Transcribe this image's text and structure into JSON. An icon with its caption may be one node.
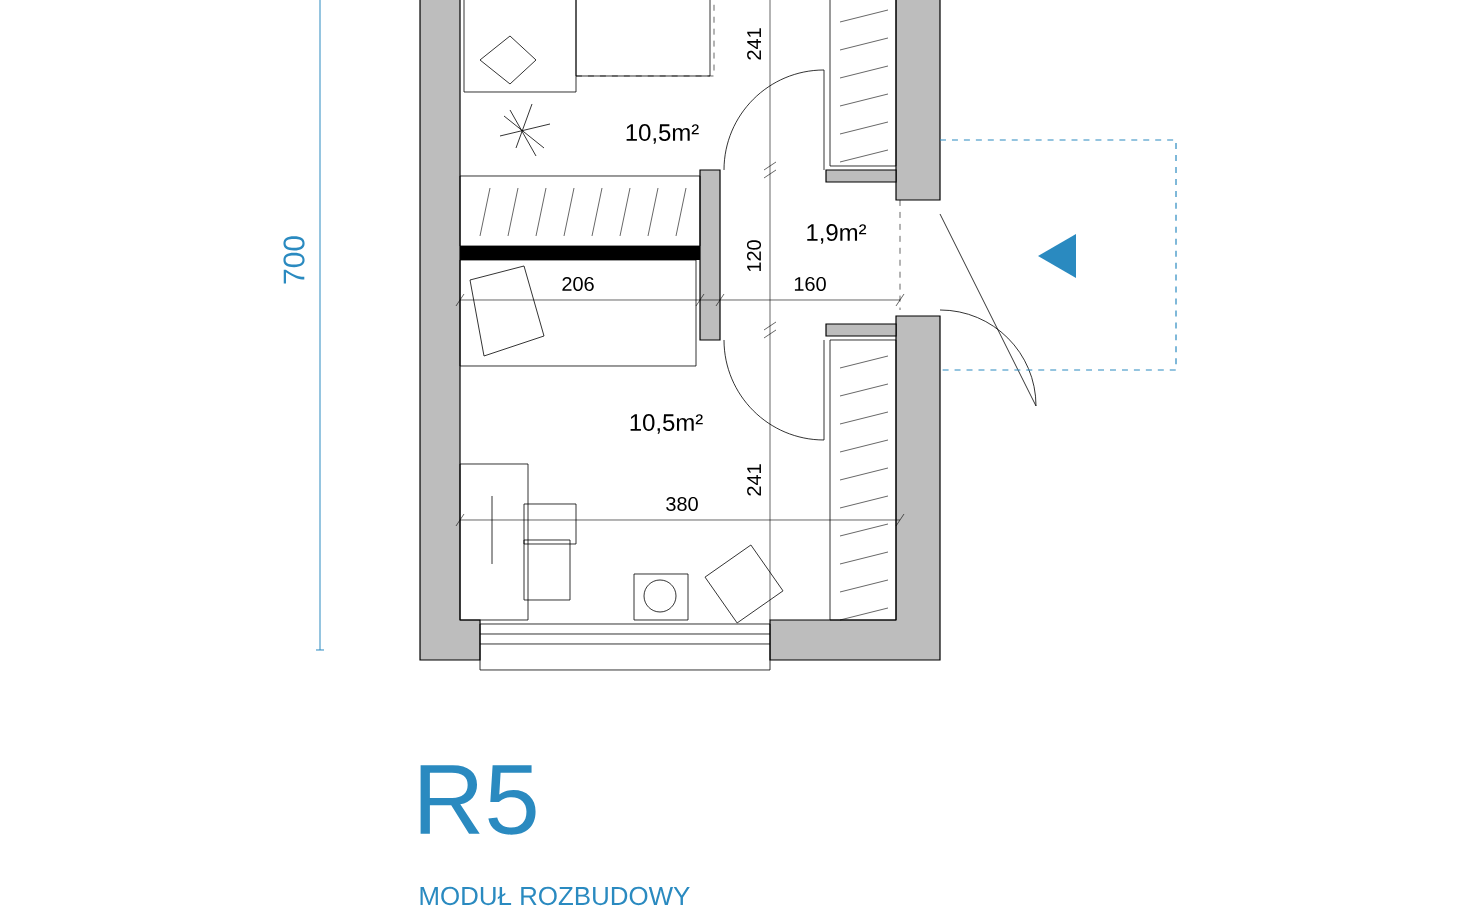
{
  "diagram": {
    "title": "R5",
    "caption": "MODUŁ ROZBUDOWY",
    "labels": [
      "700",
      "241",
      "10,5m²",
      "1,9m²",
      "120",
      "206",
      "160",
      "10,5m²",
      "241",
      "380"
    ]
  }
}
